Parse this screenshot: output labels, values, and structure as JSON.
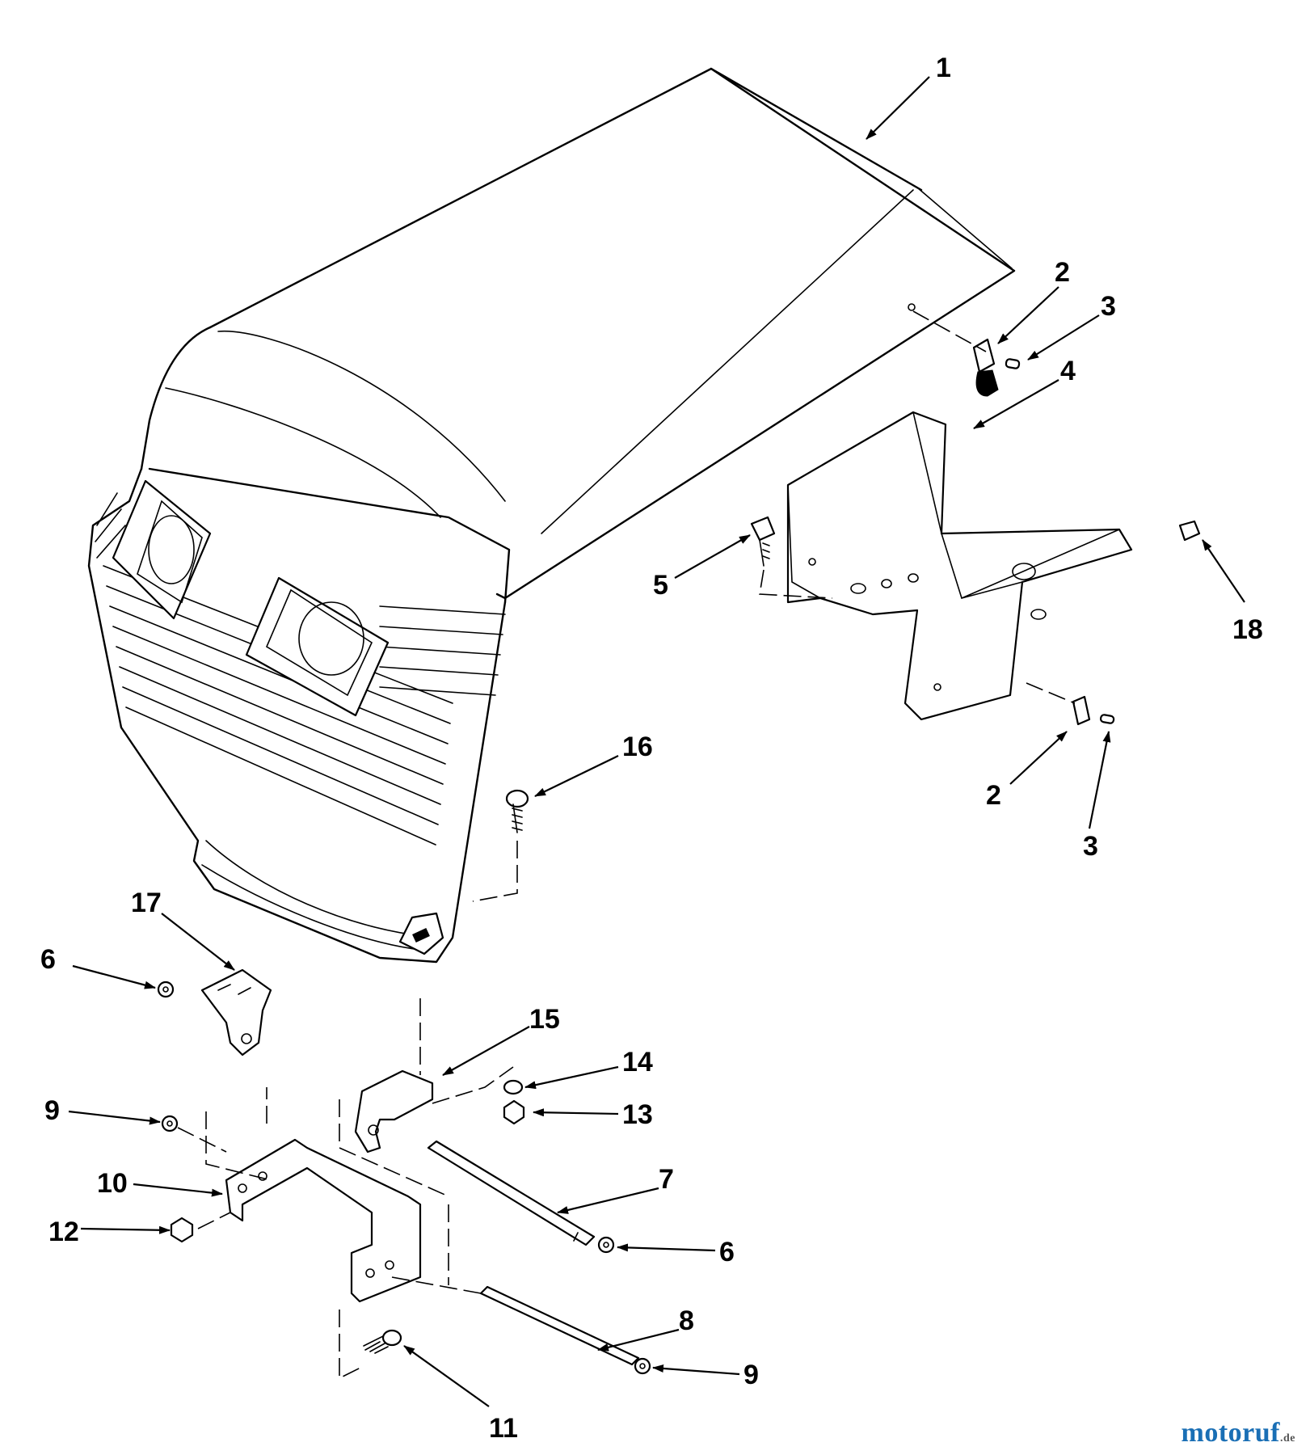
{
  "callouts": {
    "c1": "1",
    "c2a": "2",
    "c3a": "3",
    "c4": "4",
    "c5": "5",
    "c18": "18",
    "c2b": "2",
    "c3b": "3",
    "c16": "16",
    "c17": "17",
    "c6a": "6",
    "c15": "15",
    "c14": "14",
    "c13": "13",
    "c9a": "9",
    "c10": "10",
    "c7": "7",
    "c12": "12",
    "c6b": "6",
    "c8": "8",
    "c11": "11",
    "c9b": "9"
  },
  "watermark": {
    "main": "motoruf",
    "suffix": ".de"
  },
  "colors": {
    "line": "#000000",
    "background": "#ffffff",
    "watermark": "#1a6fb5"
  }
}
